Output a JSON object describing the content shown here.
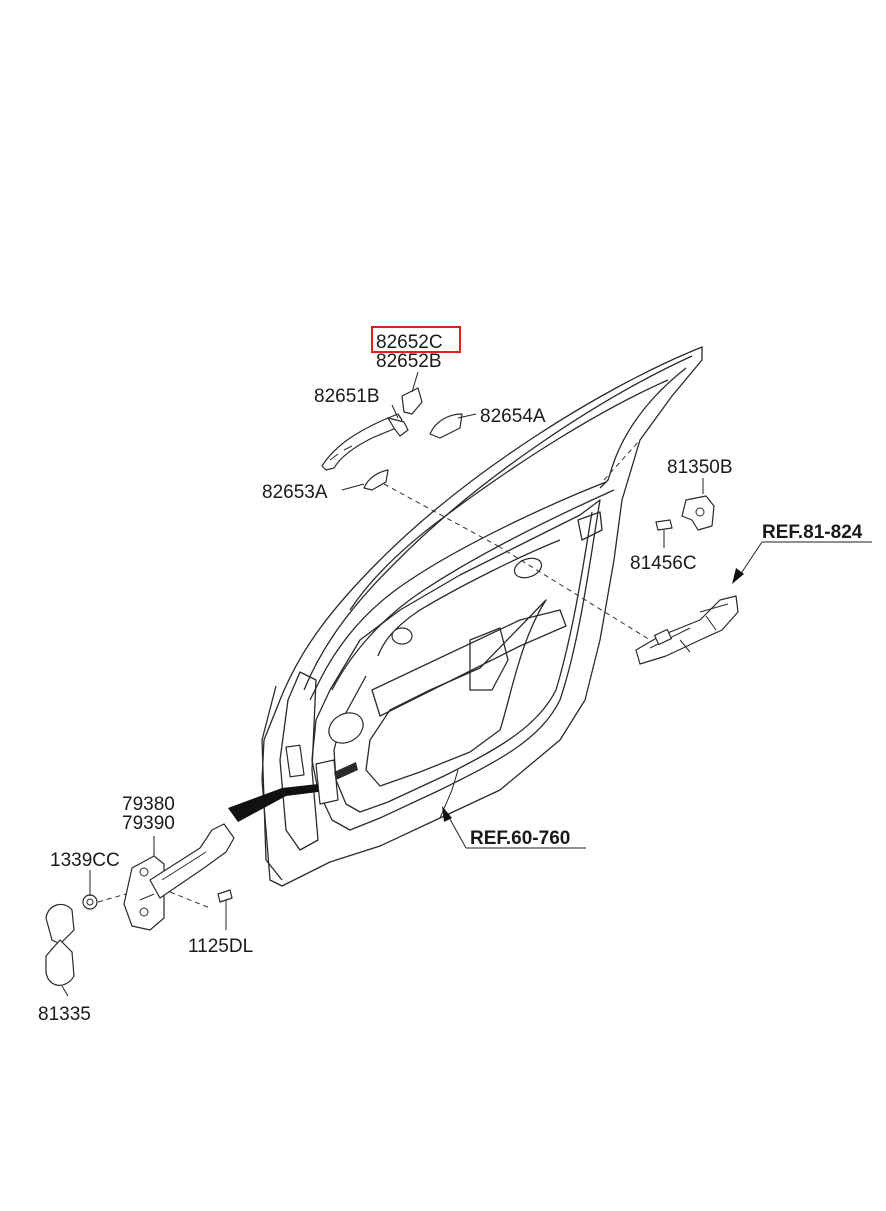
{
  "labels": {
    "p82652c": "82652C",
    "p82652b": "82652B",
    "p82651b": "82651B",
    "p82654a": "82654A",
    "p82653a": "82653A",
    "p81350b": "81350B",
    "p81456c": "81456C",
    "ref81": "REF.81-824",
    "p79380": "79380",
    "p79390": "79390",
    "p1339cc": "1339CC",
    "p1125dl": "1125DL",
    "p81335": "81335",
    "ref60": "REF.60-760"
  },
  "highlight": {
    "color": "#e0201c",
    "part": "82652C"
  }
}
